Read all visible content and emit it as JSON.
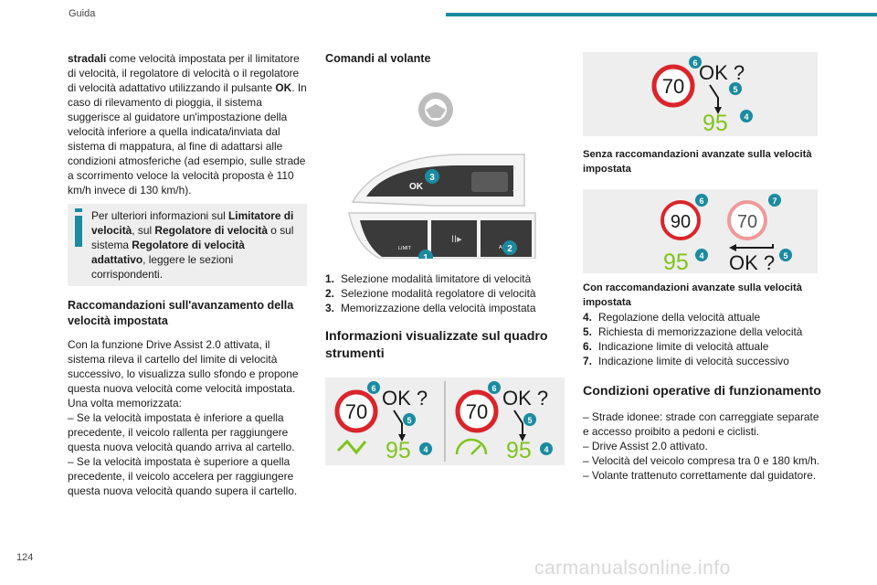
{
  "header": {
    "section": "Guida",
    "page_number": "124",
    "watermark": "carmanualsonline.info"
  },
  "col1": {
    "intro_bold": "stradali",
    "intro_rest": " come velocità impostata per il limitatore di velocità, il regolatore di velocità o il regolatore di velocità adattativo utilizzando il pulsante ",
    "intro_ok": "OK",
    "intro_end": ". In caso di rilevamento di pioggia, il sistema suggerisce al guidatore un'impostazione della velocità inferiore a quella indicata/inviata dal sistema di mappatura, al fine di adattarsi alle condizioni atmosferiche (ad esempio, sulle strade a scorrimento veloce la velocità proposta è 110 km/h invece di 130 km/h).",
    "info_a": "Per ulteriori informazioni sul ",
    "info_b": "Limitatore di velocità",
    "info_c": ", sul ",
    "info_d": "Regolatore di velocità",
    "info_e": " o sul sistema ",
    "info_f": "Regolatore di velocità adattativo",
    "info_g": ", leggere le sezioni corrispondenti.",
    "heading": "Raccomandazioni sull'avanzamento della velocità impostata",
    "body1": "Con la funzione Drive Assist 2.0 attivata, il sistema rileva il cartello del limite di velocità successivo, lo visualizza sullo sfondo e propone questa nuova velocità come velocità impostata.",
    "body2": "Una volta memorizzata:",
    "body3": "–  Se la velocità impostata è inferiore a quella precedente, il veicolo rallenta per raggiungere questa nuova velocità quando arriva al cartello.",
    "body4": "–  Se la velocità impostata è superiore a quella precedente, il veicolo accelera per raggiungere questa nuova velocità quando supera il cartello."
  },
  "col2": {
    "heading1": "Comandi al volante",
    "wheel": {
      "ok_label": "OK",
      "limit_label": "LIMIT",
      "assist_label": "ASSIST",
      "plus": "+",
      "minus": "–",
      "callout1": "1",
      "callout2": "2",
      "callout3": "3"
    },
    "items": [
      {
        "num": "1.",
        "text": "Selezione modalità limitatore di velocità"
      },
      {
        "num": "2.",
        "text": "Selezione modalità regolatore di velocità"
      },
      {
        "num": "3.",
        "text": "Memorizzazione della velocità impostata"
      }
    ],
    "heading2": "Informazioni visualizzate sul quadro strumenti",
    "cluster": {
      "sign": "70",
      "ok": "OK ?",
      "speed": "95",
      "c4": "4",
      "c5": "5",
      "c6": "6"
    }
  },
  "col3": {
    "fig1": {
      "sign": "70",
      "ok": "OK ?",
      "speed": "95",
      "c4": "4",
      "c5": "5",
      "c6": "6"
    },
    "caption1": "Senza raccomandazioni avanzate sulla velocità impostata",
    "fig2": {
      "sign_a": "90",
      "sign_b": "70",
      "speed": "95",
      "ok": "OK ?",
      "c4": "4",
      "c5": "5",
      "c6": "6",
      "c7": "7"
    },
    "caption2": "Con raccomandazioni avanzate sulla velocità impostata",
    "items": [
      {
        "num": "4.",
        "text": "Regolazione della velocità attuale"
      },
      {
        "num": "5.",
        "text": "Richiesta di memorizzazione della velocità"
      },
      {
        "num": "6.",
        "text": "Indicazione limite di velocità attuale"
      },
      {
        "num": "7.",
        "text": "Indicazione limite di velocità successivo"
      }
    ],
    "heading": "Condizioni operative di funzionamento",
    "conditions": [
      "–  Strade idonee: strade con carreggiate separate e accesso proibito a pedoni e ciclisti.",
      "–  Drive Assist 2.0 attivato.",
      "–  Velocità del veicolo compresa tra 0 e 180 km/h.",
      "–  Volante trattenuto correttamente dal guidatore."
    ]
  },
  "colors": {
    "accent": "#1b8ba0",
    "sign_red": "#d9252b",
    "speed_green": "#7fc41c"
  }
}
